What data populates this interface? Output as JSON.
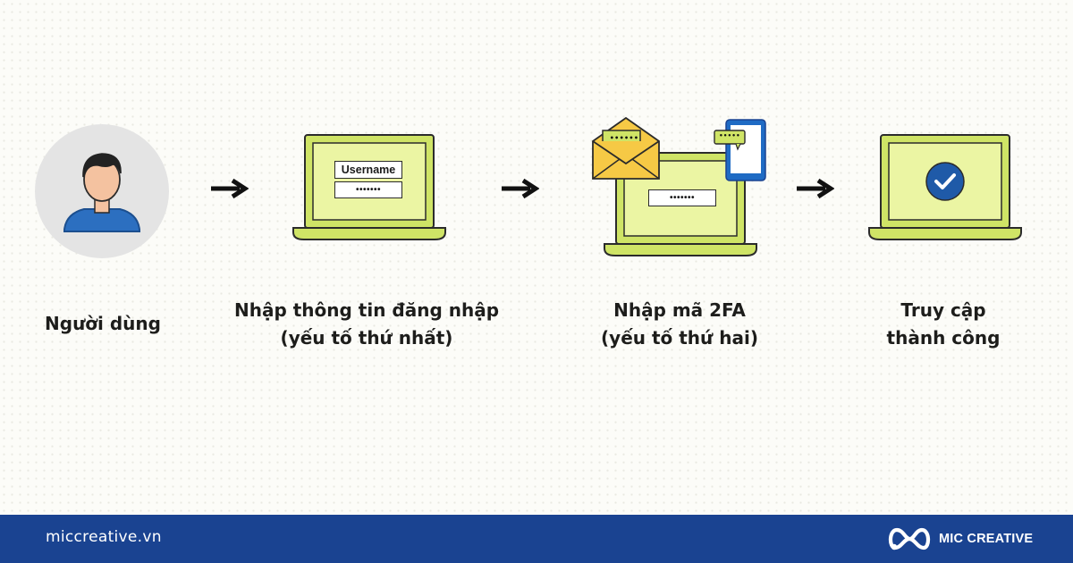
{
  "steps": [
    {
      "line1": "Người dùng",
      "line2": ""
    },
    {
      "line1": "Nhập thông tin đăng nhập",
      "line2": "(yếu tố thứ nhất)"
    },
    {
      "line1": "Nhập mã 2FA",
      "line2": "(yếu tố thứ hai)"
    },
    {
      "line1": "Truy cập",
      "line2": "thành công"
    }
  ],
  "login_form": {
    "username": "Username",
    "password_mask": "•••••••"
  },
  "twofa": {
    "code_mask": "•••••••",
    "email_mask": "••••••",
    "sms_mask": "•••••"
  },
  "footer": {
    "url": "miccreative.vn",
    "brand": "MIC CREATIVE"
  },
  "colors": {
    "laptop_screen": "#ebf5a3",
    "laptop_frame": "#cfe466",
    "outline": "#2b2b2b",
    "user_circle": "#e4e4e4",
    "user_shirt": "#2c6fc0",
    "user_skin": "#f4c2a0",
    "envelope": "#f6c945",
    "phone": "#1f6bc4",
    "check_badge": "#1f5aa8",
    "footer_bg": "#1a4391"
  },
  "icons": [
    "user-avatar-icon",
    "right-arrow-icon",
    "laptop-icon",
    "envelope-icon",
    "phone-icon",
    "check-circle-icon",
    "mic-logo-icon"
  ]
}
